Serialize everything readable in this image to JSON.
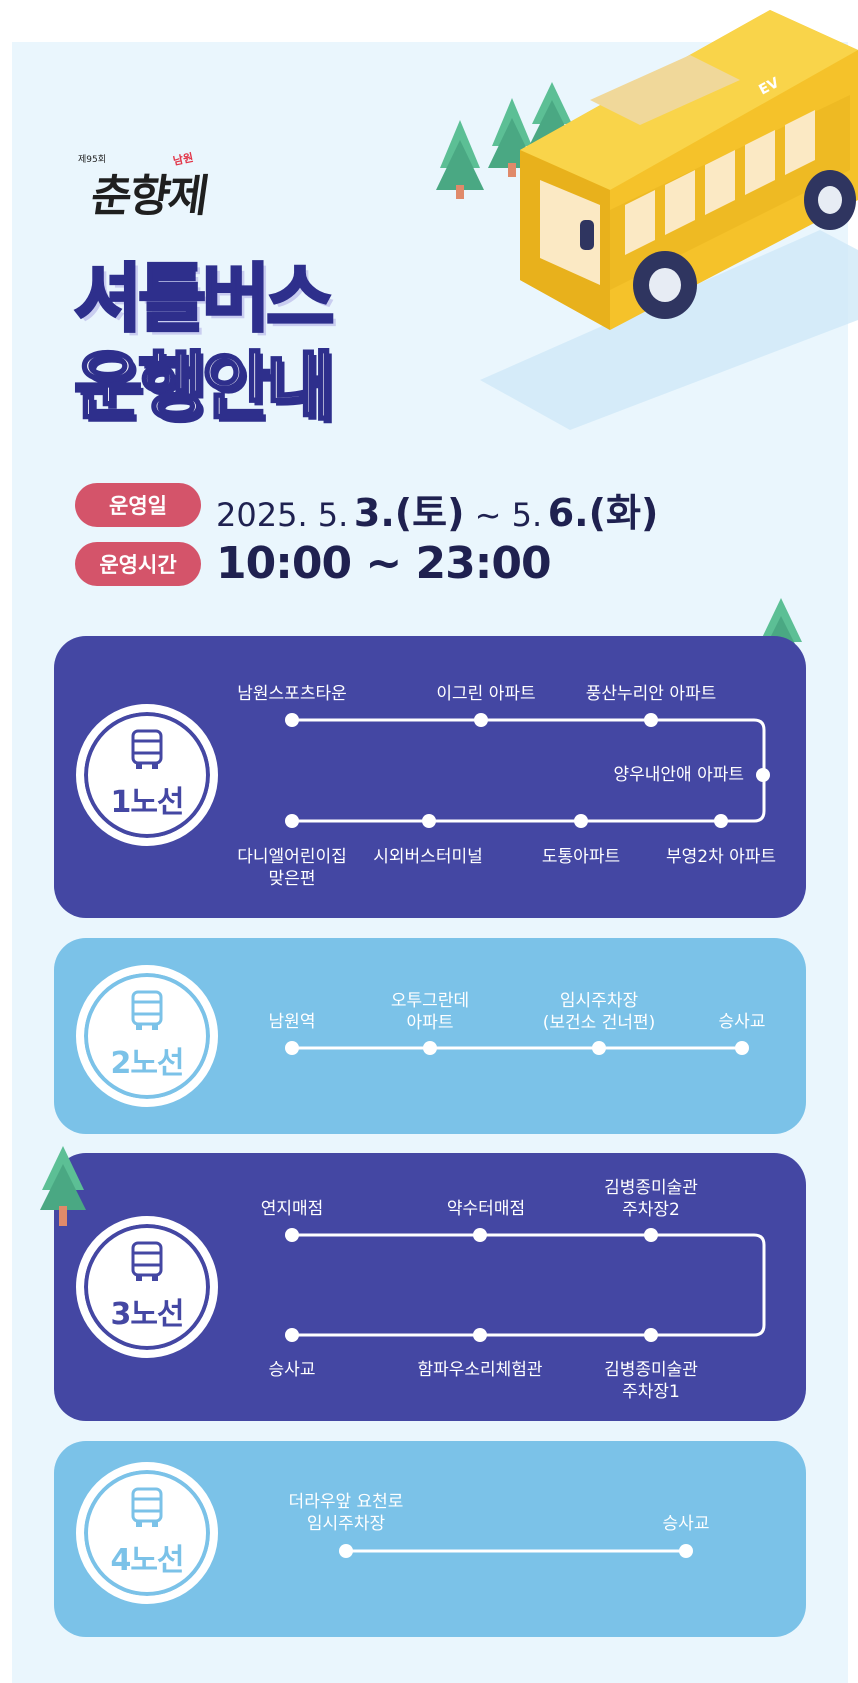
{
  "logo": {
    "edition": "제95회",
    "name": "춘향제",
    "place": "남원"
  },
  "title": {
    "line1": "셔틀버스",
    "line2": "운행안내"
  },
  "bus": {
    "badge": "EV"
  },
  "schedule": {
    "date_label": "운영일",
    "date_prefix": "2025. 5.",
    "date_start": "3.(토)",
    "date_sep": " ~ 5.",
    "date_end": "6.(화)",
    "time_label": "운영시간",
    "time_value": "10:00 ~ 23:00"
  },
  "colors": {
    "navy": "#4447a3",
    "sky": "#7bc2e8",
    "pill": "#d4546a",
    "bus_yellow": "#f5c22a",
    "tree": "#5cbf95"
  },
  "routes": [
    {
      "name": "1노선",
      "top_stops": [
        "남원스포츠타운",
        "이그린 아파트",
        "풍산누리안 아파트"
      ],
      "turn_stop": "양우내안애 아파트",
      "bottom_stops": [
        "다니엘어린이집\n맞은편",
        "시외버스터미널",
        "도통아파트",
        "부영2차 아파트"
      ]
    },
    {
      "name": "2노선",
      "stops": [
        "남원역",
        "오투그란데\n아파트",
        "임시주차장\n(보건소 건너편)",
        "승사교"
      ]
    },
    {
      "name": "3노선",
      "top_stops": [
        "연지매점",
        "약수터매점",
        "김병종미술관\n주차장2"
      ],
      "bottom_stops": [
        "승사교",
        "함파우소리체험관",
        "김병종미술관\n주차장1"
      ]
    },
    {
      "name": "4노선",
      "stops": [
        "더라우앞 요천로\n임시주차장",
        "승사교"
      ]
    }
  ]
}
